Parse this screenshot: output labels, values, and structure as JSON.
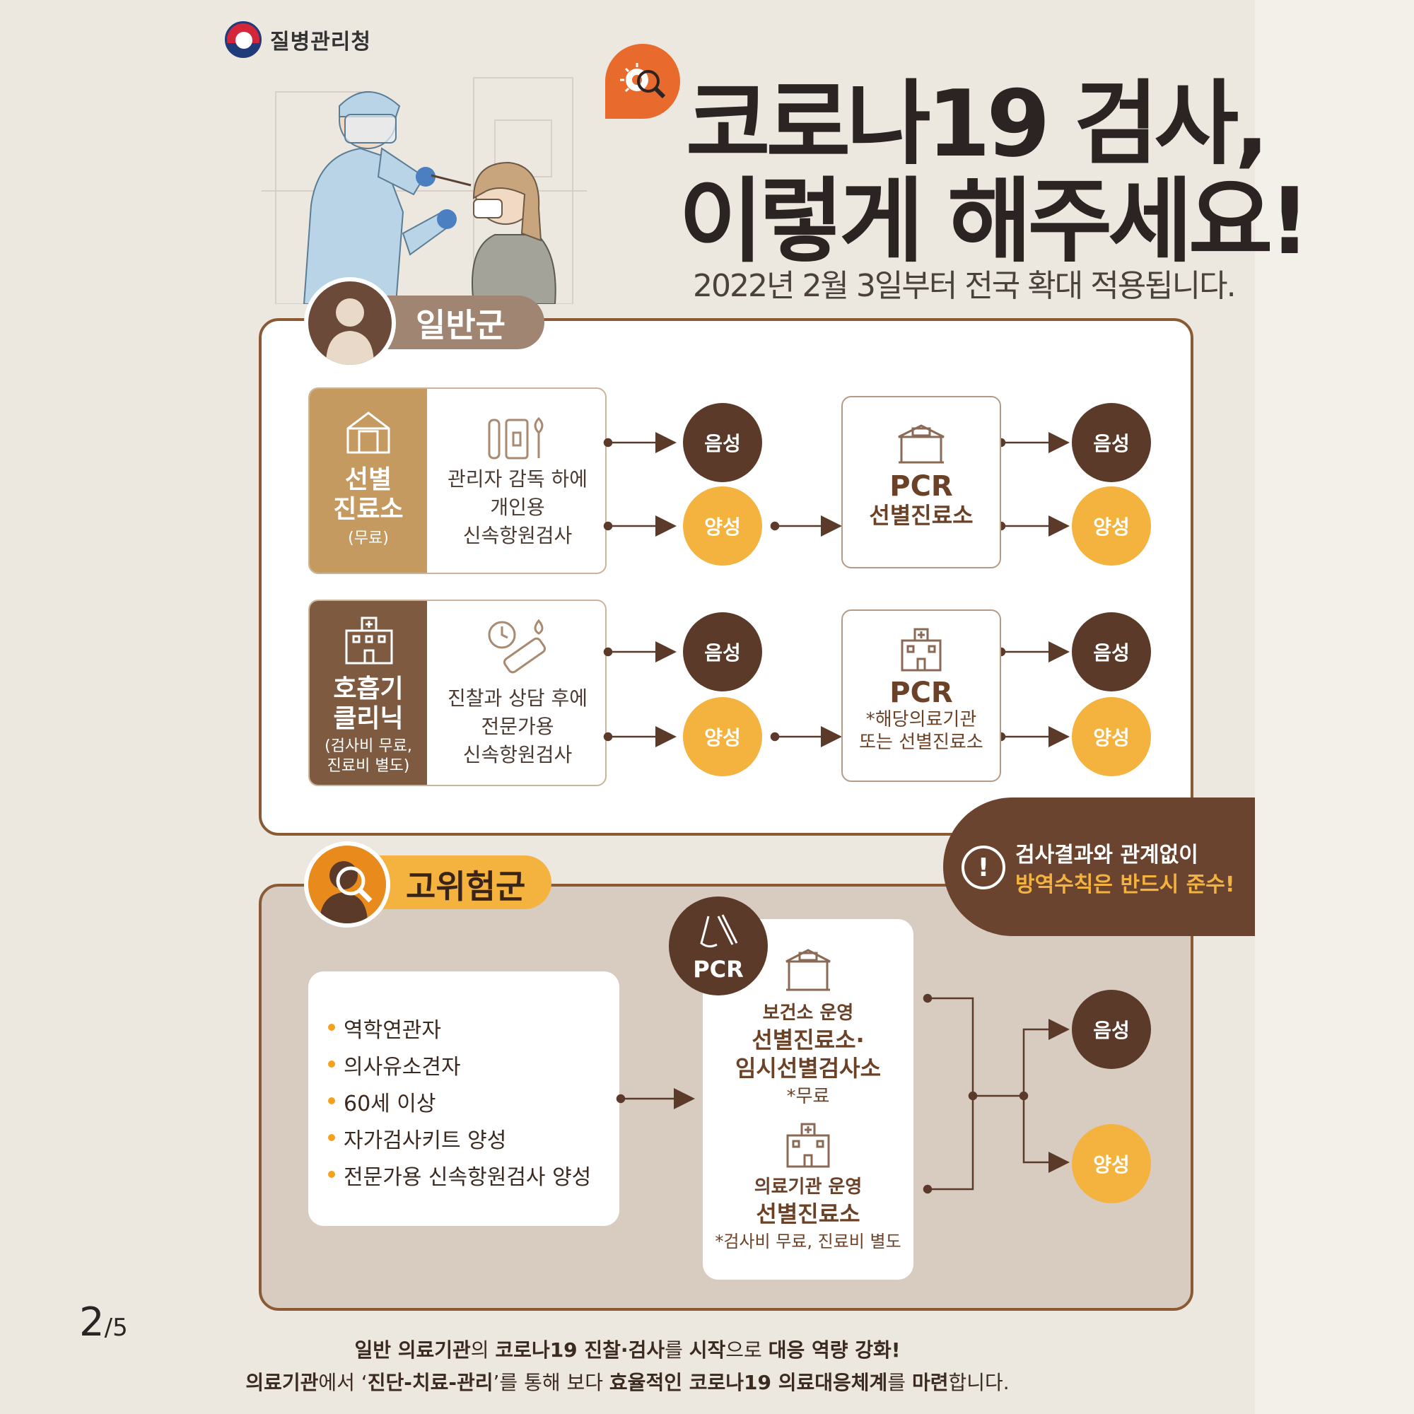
{
  "logo": {
    "org": "질병관리청"
  },
  "title": {
    "line1": "코로나19 검사,",
    "line2": "이렇게 해주세요!",
    "subtitle": "2022년 2월 3일부터 전국 확대 적용됩니다."
  },
  "general": {
    "label": "일반군",
    "row1": {
      "site_line1": "선별",
      "site_line2": "진료소",
      "site_note": "(무료)",
      "desc1": "관리자 감독 하에",
      "desc2": "개인용",
      "desc3": "신속항원검사"
    },
    "row2": {
      "site_line1": "호흡기",
      "site_line2": "클리닉",
      "site_note1": "(검사비 무료,",
      "site_note2": "진료비 별도)",
      "desc1": "진찰과 상담 후에",
      "desc2": "전문가용",
      "desc3": "신속항원검사"
    },
    "pcr1": {
      "big": "PCR",
      "mid": "선별진료소"
    },
    "pcr2": {
      "big": "PCR",
      "note1": "*해당의료기관",
      "note2": "또는 선별진료소"
    },
    "negative": "음성",
    "positive": "양성"
  },
  "warning": {
    "line1": "검사결과와 관계없이",
    "line2": "방역수칙은 반드시 준수!",
    "icon": "exclamation-icon"
  },
  "high_risk": {
    "label": "고위험군",
    "items": [
      "역학연관자",
      "의사유소견자",
      "60세 이상",
      "자가검사키트 양성",
      "전문가용 신속항원검사 양성"
    ],
    "pcr_badge": "PCR",
    "center1": {
      "small": "보건소 운영",
      "big1": "선별진료소·",
      "big2": "임시선별검사소",
      "note": "*무료"
    },
    "center2": {
      "small": "의료기관 운영",
      "big": "선별진료소",
      "note": "*검사비 무료, 진료비 별도"
    },
    "negative": "음성",
    "positive": "양성"
  },
  "footer": {
    "l1": [
      {
        "t": "일반 의료기관",
        "b": true
      },
      {
        "t": "의 ",
        "b": false
      },
      {
        "t": "코로나19 진찰·검사",
        "b": true
      },
      {
        "t": "를 ",
        "b": false
      },
      {
        "t": "시작",
        "b": true
      },
      {
        "t": "으로 ",
        "b": false
      },
      {
        "t": "대응 역량 강화!",
        "b": true
      }
    ],
    "l2": [
      {
        "t": "의료기관",
        "b": true
      },
      {
        "t": "에서 ‘",
        "b": false
      },
      {
        "t": "진단-치료-관리",
        "b": true
      },
      {
        "t": "’를 통해 보다 ",
        "b": false
      },
      {
        "t": "효율적인 코로나19 의료대응체계",
        "b": true
      },
      {
        "t": "를 ",
        "b": false
      },
      {
        "t": "마련",
        "b": true
      },
      {
        "t": "합니다.",
        "b": false
      }
    ]
  },
  "page": {
    "current": "2",
    "total": "/5"
  },
  "colors": {
    "brown": "#5b3a2a",
    "yellow": "#f4b23e",
    "orange": "#e86a2c",
    "tan": "#c49a61"
  }
}
